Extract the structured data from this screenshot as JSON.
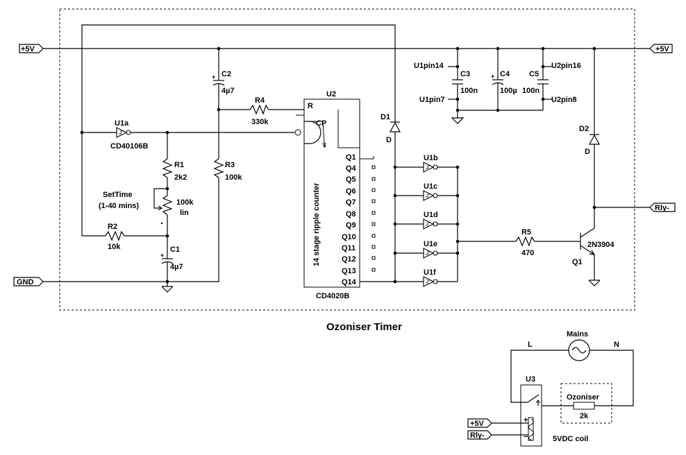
{
  "diagram": {
    "title": "Ozoniser Timer",
    "ports": {
      "plus5v_left": "+5V",
      "plus5v_right": "+5V",
      "gnd": "GND",
      "rly_minus": "Rly-",
      "relay_plus5v": "+5V",
      "relay_rly_minus": "Rly-"
    },
    "components": {
      "c2": {
        "name": "C2",
        "value": "4µ7"
      },
      "r4": {
        "name": "R4",
        "value": "330k"
      },
      "u1a": {
        "name": "U1a",
        "part": "CD40106B"
      },
      "r1": {
        "name": "R1",
        "value": "2k2"
      },
      "pot": {
        "label": "SetTime",
        "range": "(1-40 mins)",
        "value": "100k",
        "taper": "lin"
      },
      "r2": {
        "name": "R2",
        "value": "10k"
      },
      "c1": {
        "name": "C1",
        "value": "4µ7"
      },
      "r3": {
        "name": "R3",
        "value": "100k"
      },
      "u2": {
        "name": "U2",
        "part": "CD4020B",
        "desc": "14 stage ripple counter",
        "pin_r": "R",
        "pin_cp": "CP",
        "outputs": [
          "Q1",
          "Q4",
          "Q5",
          "Q6",
          "Q7",
          "Q8",
          "Q9",
          "Q10",
          "Q11",
          "Q12",
          "Q13",
          "Q14"
        ]
      },
      "d1": {
        "name": "D1",
        "value": "D"
      },
      "d2": {
        "name": "D2",
        "value": "D"
      },
      "c3": {
        "name": "C3",
        "value": "100n"
      },
      "c4": {
        "name": "C4",
        "value": "100µ"
      },
      "c5": {
        "name": "C5",
        "value": "100n"
      },
      "netlabels": {
        "u1pin14": "U1pin14",
        "u1pin7": "U1pin7",
        "u2pin16": "U2pin16",
        "u2pin8": "U2pin8"
      },
      "inverters": [
        "U1b",
        "U1c",
        "U1d",
        "U1e",
        "U1f"
      ],
      "r5": {
        "name": "R5",
        "value": "470"
      },
      "q1": {
        "name": "Q1",
        "part": "2N3904"
      },
      "mains": {
        "label": "Mains",
        "l": "L",
        "n": "N"
      },
      "u3": {
        "name": "U3",
        "coil": "5VDC coil",
        "plus": "+",
        "minus": "−"
      },
      "ozoniser": {
        "label": "Ozoniser",
        "value": "2k"
      }
    }
  }
}
